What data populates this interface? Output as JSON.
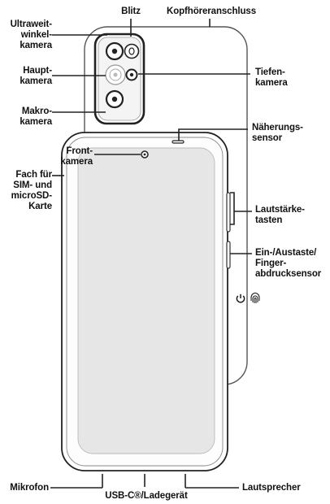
{
  "diagram": {
    "labels": {
      "flash": [
        "Blitz"
      ],
      "headphone_jack": [
        "Kopfhöreranschluss"
      ],
      "ultrawide_camera": [
        "Ultraweit-",
        "winkel-",
        "kamera"
      ],
      "main_camera": [
        "Haupt-",
        "kamera"
      ],
      "depth_camera": [
        "Tiefen-",
        "kamera"
      ],
      "macro_camera": [
        "Makro-",
        "kamera"
      ],
      "proximity_sensor": [
        "Näherungs-",
        "sensor"
      ],
      "front_camera": [
        "Front-",
        "kamera"
      ],
      "sim_tray": [
        "Fach für",
        "SIM- und",
        "microSD-",
        "Karte"
      ],
      "volume_keys": [
        "Lautstärke-",
        "tasten"
      ],
      "power_key": [
        "Ein-/Austaste/",
        "Finger­abdrucksensor"
      ],
      "microphone": [
        "Mikrofon"
      ],
      "usb_charger": [
        "USB-C®/Ladegerät"
      ],
      "speaker": [
        "Lautsprecher"
      ]
    },
    "icons": [
      "power-icon",
      "fingerprint-icon"
    ]
  }
}
